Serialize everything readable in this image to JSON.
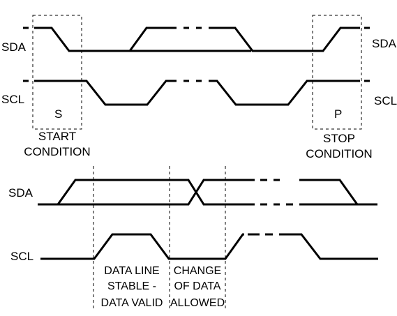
{
  "signals": {
    "sda": "SDA",
    "scl": "SCL"
  },
  "start": {
    "marker": "S",
    "caption": [
      "START",
      "CONDITION"
    ]
  },
  "stop": {
    "marker": "P",
    "caption": [
      "STOP",
      "CONDITION"
    ]
  },
  "phases": {
    "valid": [
      "DATA LINE",
      "STABLE -",
      "DATA VALID"
    ],
    "change": [
      "CHANGE",
      "OF DATA",
      "ALLOWED"
    ]
  }
}
